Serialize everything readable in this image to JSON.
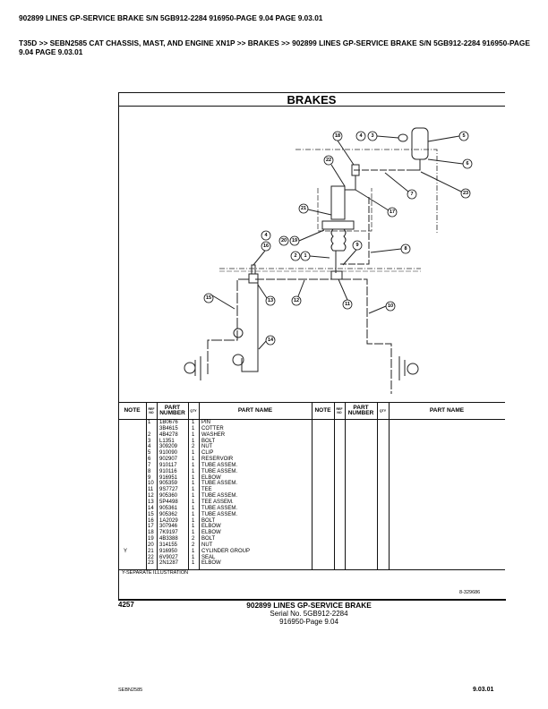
{
  "header": {
    "title": "902899 LINES GP-SERVICE BRAKE S/N 5GB912-2284 916950-PAGE 9.04 PAGE 9.03.01",
    "breadcrumb": "T35D >> SEBN2585 CAT CHASSIS, MAST, AND ENGINE XN1P >> BRAKES >> 902899 LINES GP-SERVICE BRAKE S/N 5GB912-2284 916950-PAGE 9.04 PAGE 9.03.01"
  },
  "section_title": "BRAKES",
  "diagram": {
    "callouts": [
      "18",
      "4",
      "3",
      "5",
      "6",
      "22",
      "7",
      "23",
      "17",
      "21",
      "4",
      "16",
      "20",
      "19",
      "9",
      "8",
      "2",
      "1",
      "15",
      "13",
      "12",
      "11",
      "10",
      "14"
    ]
  },
  "table": {
    "headers": {
      "note": "NOTE",
      "ref": "REF NO",
      "part_number": "PART NUMBER",
      "qty": "QTY",
      "part_name": "PART NAME"
    },
    "rows": [
      {
        "note": "",
        "ref": "1",
        "pn": "1B0676",
        "qty": "1",
        "name": "PIN"
      },
      {
        "note": "",
        "ref": "",
        "pn": "3B4615",
        "qty": "1",
        "name": "COTTER"
      },
      {
        "note": "",
        "ref": "2",
        "pn": "4B4278",
        "qty": "1",
        "name": "WASHER"
      },
      {
        "note": "",
        "ref": "3",
        "pn": "L1351",
        "qty": "1",
        "name": "BOLT"
      },
      {
        "note": "",
        "ref": "4",
        "pn": "309209",
        "qty": "2",
        "name": "NUT"
      },
      {
        "note": "",
        "ref": "5",
        "pn": "910090",
        "qty": "1",
        "name": "CLIP"
      },
      {
        "note": "",
        "ref": "6",
        "pn": "902907",
        "qty": "1",
        "name": "RESERVOIR"
      },
      {
        "note": "",
        "ref": "7",
        "pn": "910117",
        "qty": "1",
        "name": "TUBE ASSEM."
      },
      {
        "note": "",
        "ref": "8",
        "pn": "910116",
        "qty": "1",
        "name": "TUBE ASSEM."
      },
      {
        "note": "",
        "ref": "9",
        "pn": "916951",
        "qty": "1",
        "name": "ELBOW"
      },
      {
        "note": "",
        "ref": "10",
        "pn": "905359",
        "qty": "1",
        "name": "TUBE ASSEM."
      },
      {
        "note": "",
        "ref": "11",
        "pn": "9S7727",
        "qty": "1",
        "name": "TEE"
      },
      {
        "note": "",
        "ref": "12",
        "pn": "905360",
        "qty": "1",
        "name": "TUBE ASSEM."
      },
      {
        "note": "",
        "ref": "13",
        "pn": "5P4498",
        "qty": "1",
        "name": "TEE ASSEM."
      },
      {
        "note": "",
        "ref": "14",
        "pn": "905361",
        "qty": "1",
        "name": "TUBE ASSEM."
      },
      {
        "note": "",
        "ref": "15",
        "pn": "905362",
        "qty": "1",
        "name": "TUBE ASSEM."
      },
      {
        "note": "",
        "ref": "16",
        "pn": "1A2029",
        "qty": "1",
        "name": "BOLT"
      },
      {
        "note": "",
        "ref": "17",
        "pn": "307946",
        "qty": "1",
        "name": "ELBOW"
      },
      {
        "note": "",
        "ref": "18",
        "pn": "7K9197",
        "qty": "1",
        "name": "ELBOW"
      },
      {
        "note": "",
        "ref": "19",
        "pn": "4B3388",
        "qty": "2",
        "name": "BOLT"
      },
      {
        "note": "",
        "ref": "20",
        "pn": "314155",
        "qty": "2",
        "name": "NUT"
      },
      {
        "note": "Y",
        "ref": "21",
        "pn": "916950",
        "qty": "1",
        "name": "CYLINDER GROUP"
      },
      {
        "note": "",
        "ref": "22",
        "pn": "6V9027",
        "qty": "1",
        "name": "SEAL"
      },
      {
        "note": "",
        "ref": "23",
        "pn": "2N1287",
        "qty": "1",
        "name": "ELBOW"
      }
    ],
    "footnote": "Y-SEPARATE ILLUSTRATION",
    "illustration_no": "8-329686"
  },
  "footer": {
    "page_code": "4257",
    "title": "902899 LINES GP-SERVICE BRAKE",
    "serial": "Serial No. 5GB912-2284",
    "page_ref": "916950-Page 9.04",
    "doc_id": "SEBN2585",
    "page_number": "9.03.01"
  }
}
